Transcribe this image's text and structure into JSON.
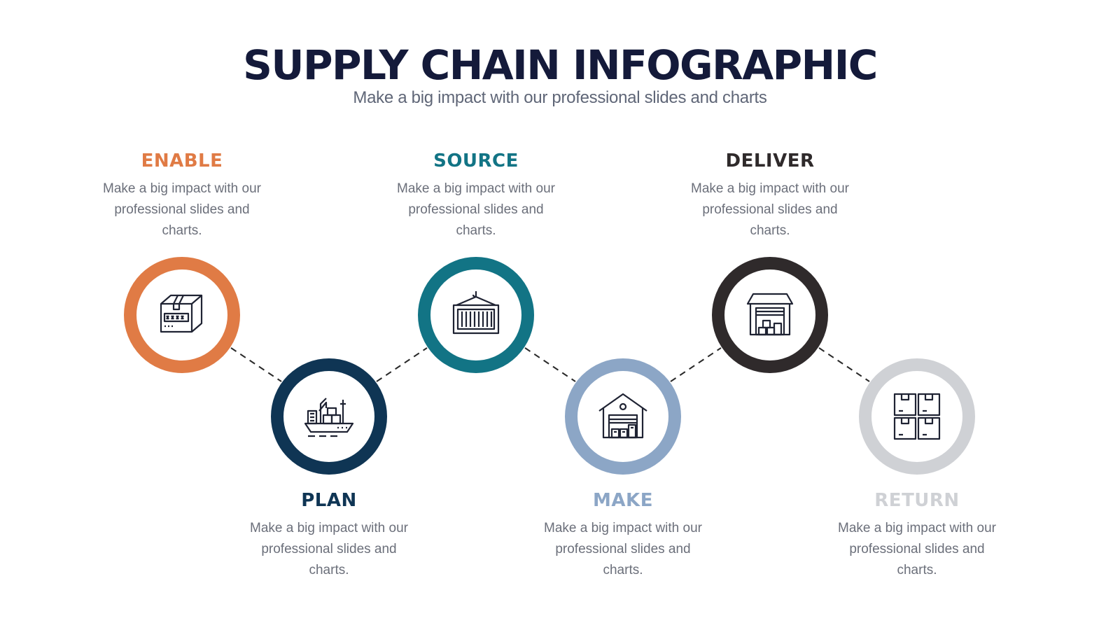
{
  "header": {
    "title": "SUPPLY CHAIN INFOGRAPHIC",
    "subtitle": "Make a big impact with our professional slides and charts"
  },
  "steps": [
    {
      "label": "ENABLE",
      "desc": "Make a big impact with our professional slides and charts.",
      "color": "#e07b45",
      "icon": "box-icon"
    },
    {
      "label": "PLAN",
      "desc": "Make a big impact with our professional slides and charts.",
      "color": "#0f3554",
      "icon": "ship-icon"
    },
    {
      "label": "SOURCE",
      "desc": "Make a big impact with our professional slides and charts.",
      "color": "#127485",
      "icon": "container-icon"
    },
    {
      "label": "MAKE",
      "desc": "Make a big impact with our professional slides and charts.",
      "color": "#8ca6c6",
      "icon": "warehouse-icon"
    },
    {
      "label": "DELIVER",
      "desc": "Make a big impact with our professional slides and charts.",
      "color": "#2f2a2b",
      "icon": "garage-icon"
    },
    {
      "label": "RETURN",
      "desc": "Make a big impact with our professional slides and charts.",
      "color": "#cfd1d5",
      "icon": "boxes-icon"
    }
  ]
}
